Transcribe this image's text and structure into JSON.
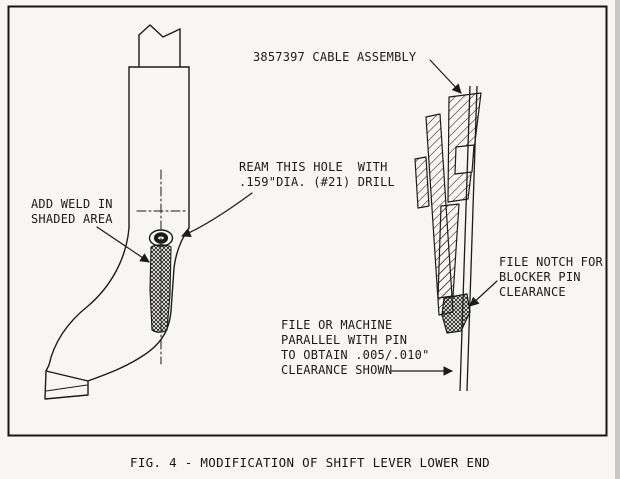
{
  "colors": {
    "ink": "#1b1b1b",
    "paper": "#f7f6f2"
  },
  "figure": {
    "caption": "FIG. 4 - MODIFICATION OF SHIFT LEVER LOWER END",
    "labels": {
      "cable_assembly": "3857397 CABLE ASSEMBLY",
      "ream_hole": "REAM THIS HOLE  WITH\n.159\"DIA. (#21) DRILL",
      "add_weld": "ADD WELD IN\nSHADED AREA",
      "file_notch": "FILE NOTCH FOR\nBLOCKER PIN\nCLEARANCE",
      "file_or_machine": "FILE OR MACHINE\nPARALLEL WITH PIN\nTO OBTAIN .005/.010\"\nCLEARANCE SHOWN"
    }
  }
}
